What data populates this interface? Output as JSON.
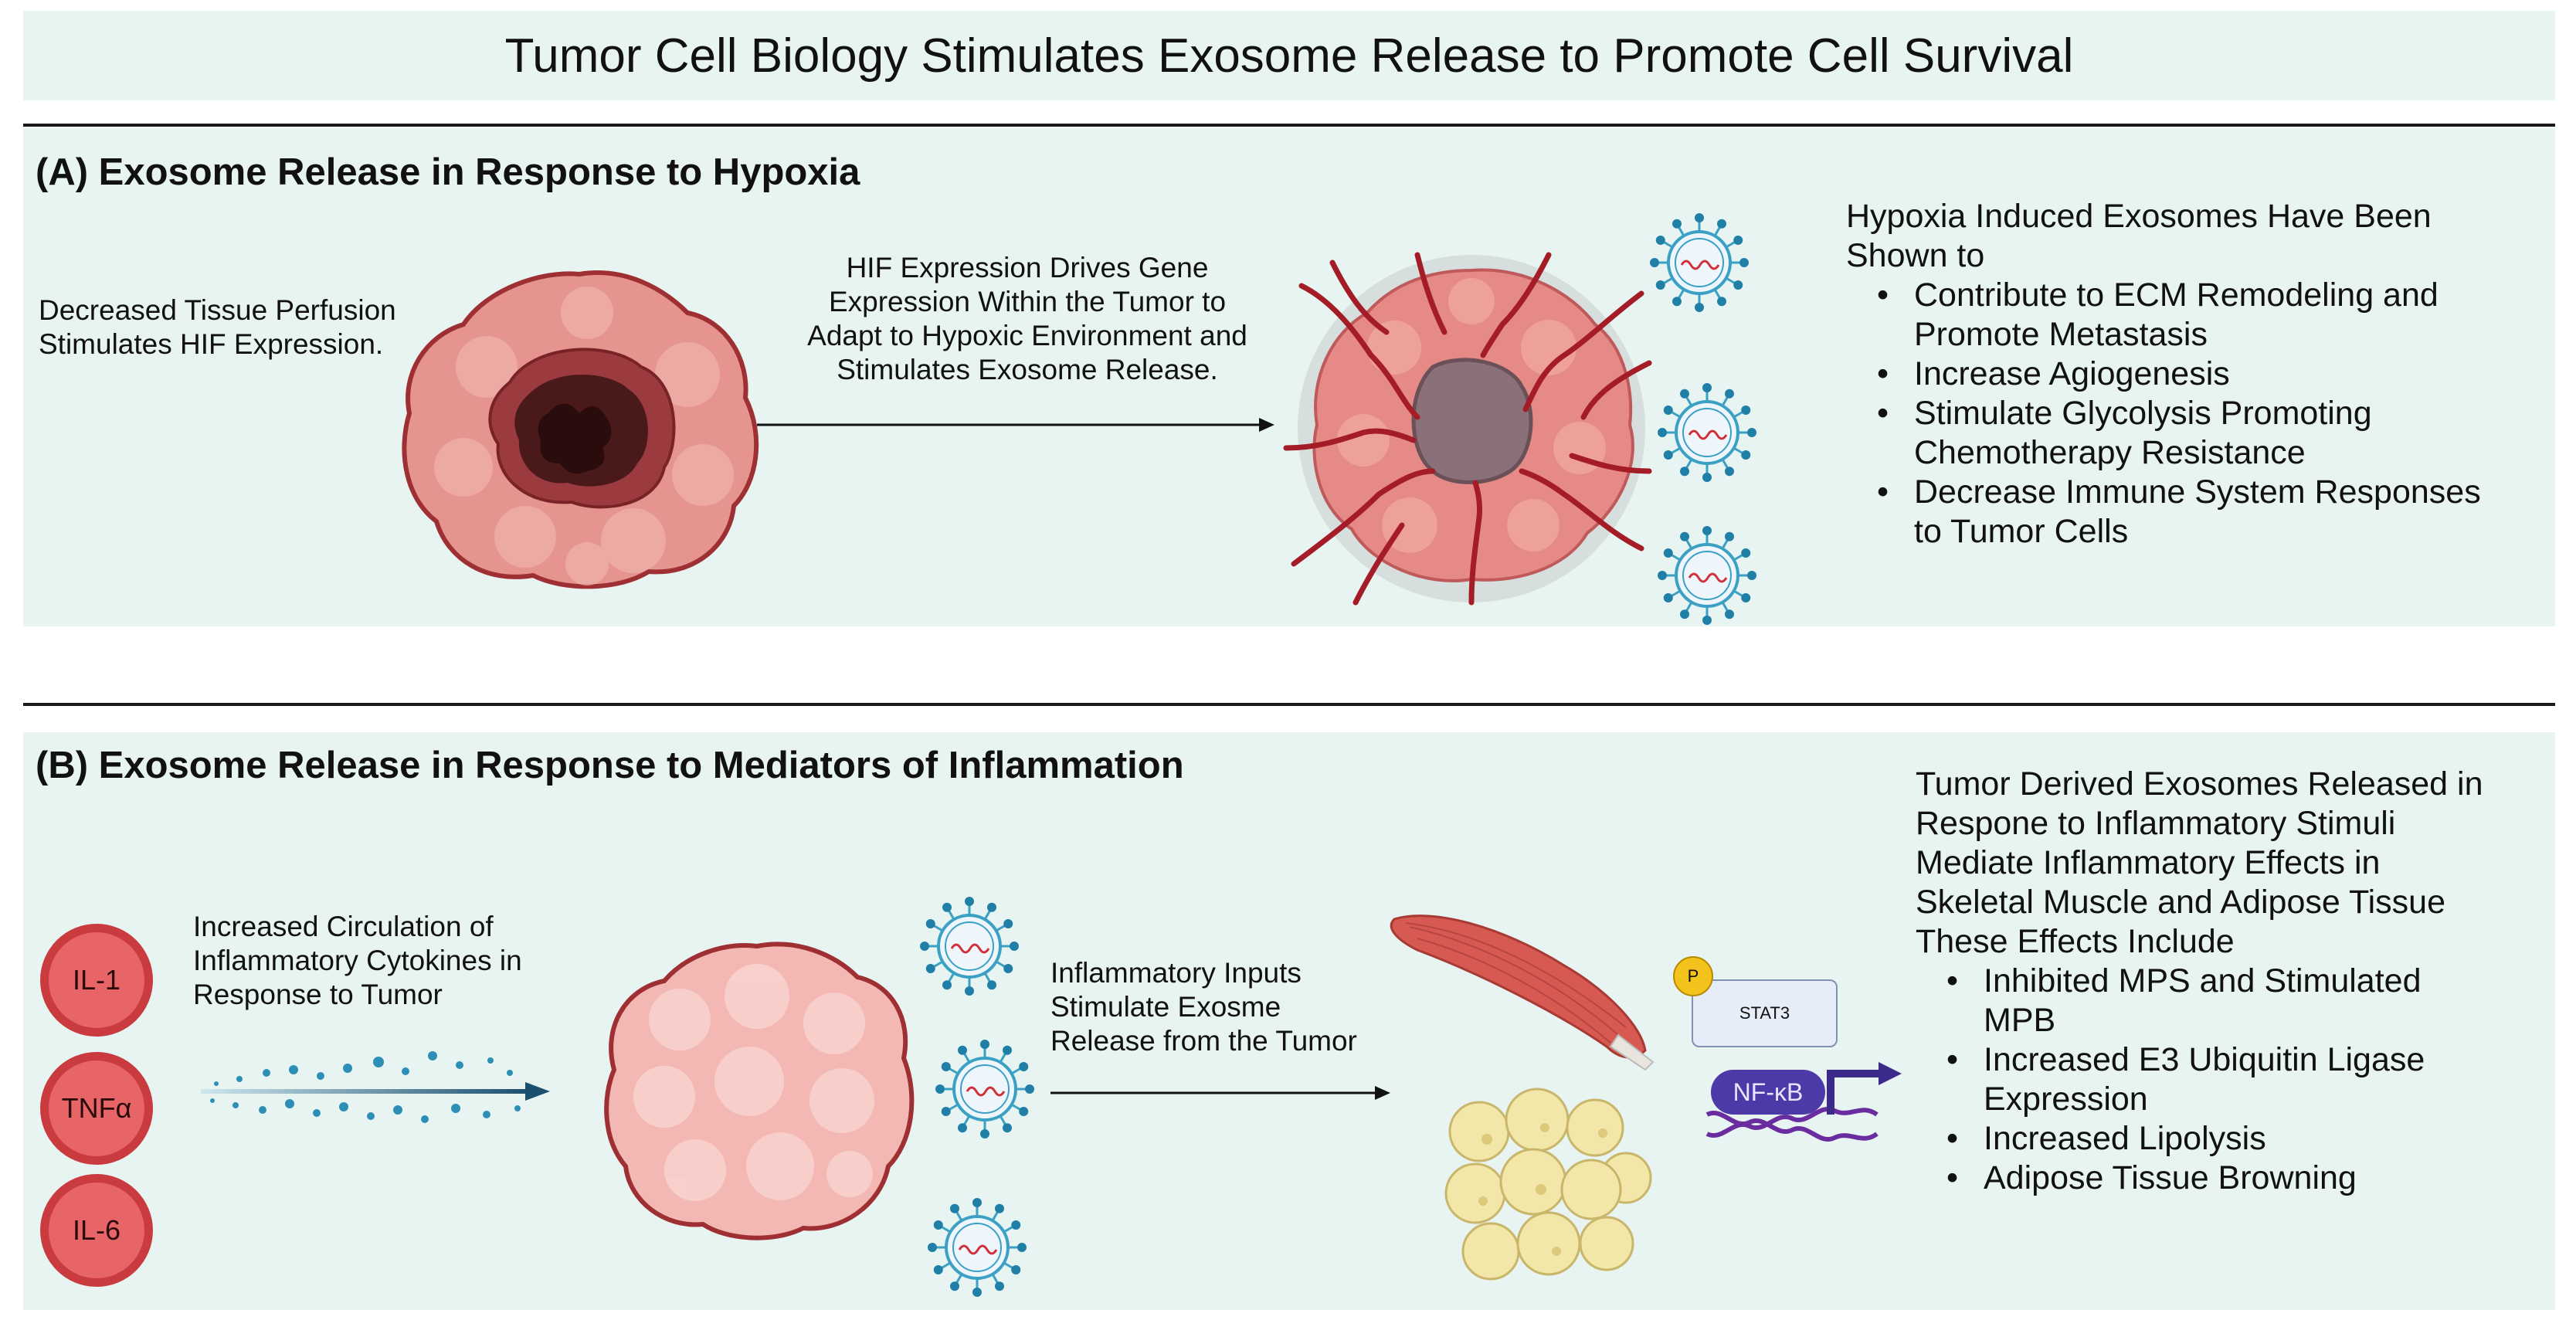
{
  "title": "Tumor Cell Biology Stimulates Exosome Release to Promote Cell Survival",
  "panel_a": {
    "heading": "(A)  Exosome Release in Response to Hypoxia",
    "left_text_1": "Decreased Tissue Perfusion",
    "left_text_2": "Stimulates HIF Expression.",
    "arrow_text": [
      "HIF Expression Drives Gene",
      "Expression Within the Tumor to",
      "Adapt to Hypoxic Environment and",
      "Stimulates Exosome Release."
    ],
    "effects_intro_1": "Hypoxia Induced Exosomes Have Been",
    "effects_intro_2": "Shown to",
    "effects": [
      [
        "Contribute to ECM Remodeling and",
        "Promote Metastasis"
      ],
      [
        "Increase Agiogenesis"
      ],
      [
        "Stimulate Glycolysis Promoting",
        "Chemotherapy Resistance"
      ],
      [
        " Decrease Immune System Responses",
        "to Tumor Cells"
      ]
    ]
  },
  "panel_b": {
    "heading": "(B) Exosome Release in Response to Mediators of Inflammation",
    "cytokines": [
      "IL-1",
      "TNFα",
      "IL-6"
    ],
    "cytokine_text": [
      "Increased Circulation of",
      "Inflammatory Cytokines in",
      "Response to Tumor"
    ],
    "arrow_text": [
      "Inflammatory Inputs",
      "Stimulate Exosme",
      "Release from the Tumor"
    ],
    "stat3_label": "STAT3",
    "p_label": "P",
    "nfkb_label": "NF-κB",
    "effects_intro": [
      "Tumor Derived Exosomes Released in",
      "Respone to Inflammatory Stimuli",
      "Mediate Inflammatory Effects in",
      "Skeletal Muscle and Adipose Tissue",
      "These Effects Include"
    ],
    "effects": [
      [
        "Inhibited MPS and Stimulated",
        "MPB"
      ],
      [
        "Increased E3 Ubiquitin Ligase",
        "Expression"
      ],
      [
        "Increased Lipolysis"
      ],
      [
        "Adipose Tissue Browning"
      ]
    ]
  },
  "bullet_symbol": "•",
  "colors": {
    "panel_bg": "#e8f4f1",
    "tumor_outer": "#e59490",
    "tumor_border": "#9e2f32",
    "necrotic": "#4a1a1a",
    "vessel": "#a41c26",
    "exosome": "#3aa0c4",
    "nfkb": "#4b3aa8",
    "dna": "#6a2da0",
    "stat3_bg": "#e6edf8",
    "fat": "#f2e6a8",
    "muscle": "#d65a52"
  }
}
